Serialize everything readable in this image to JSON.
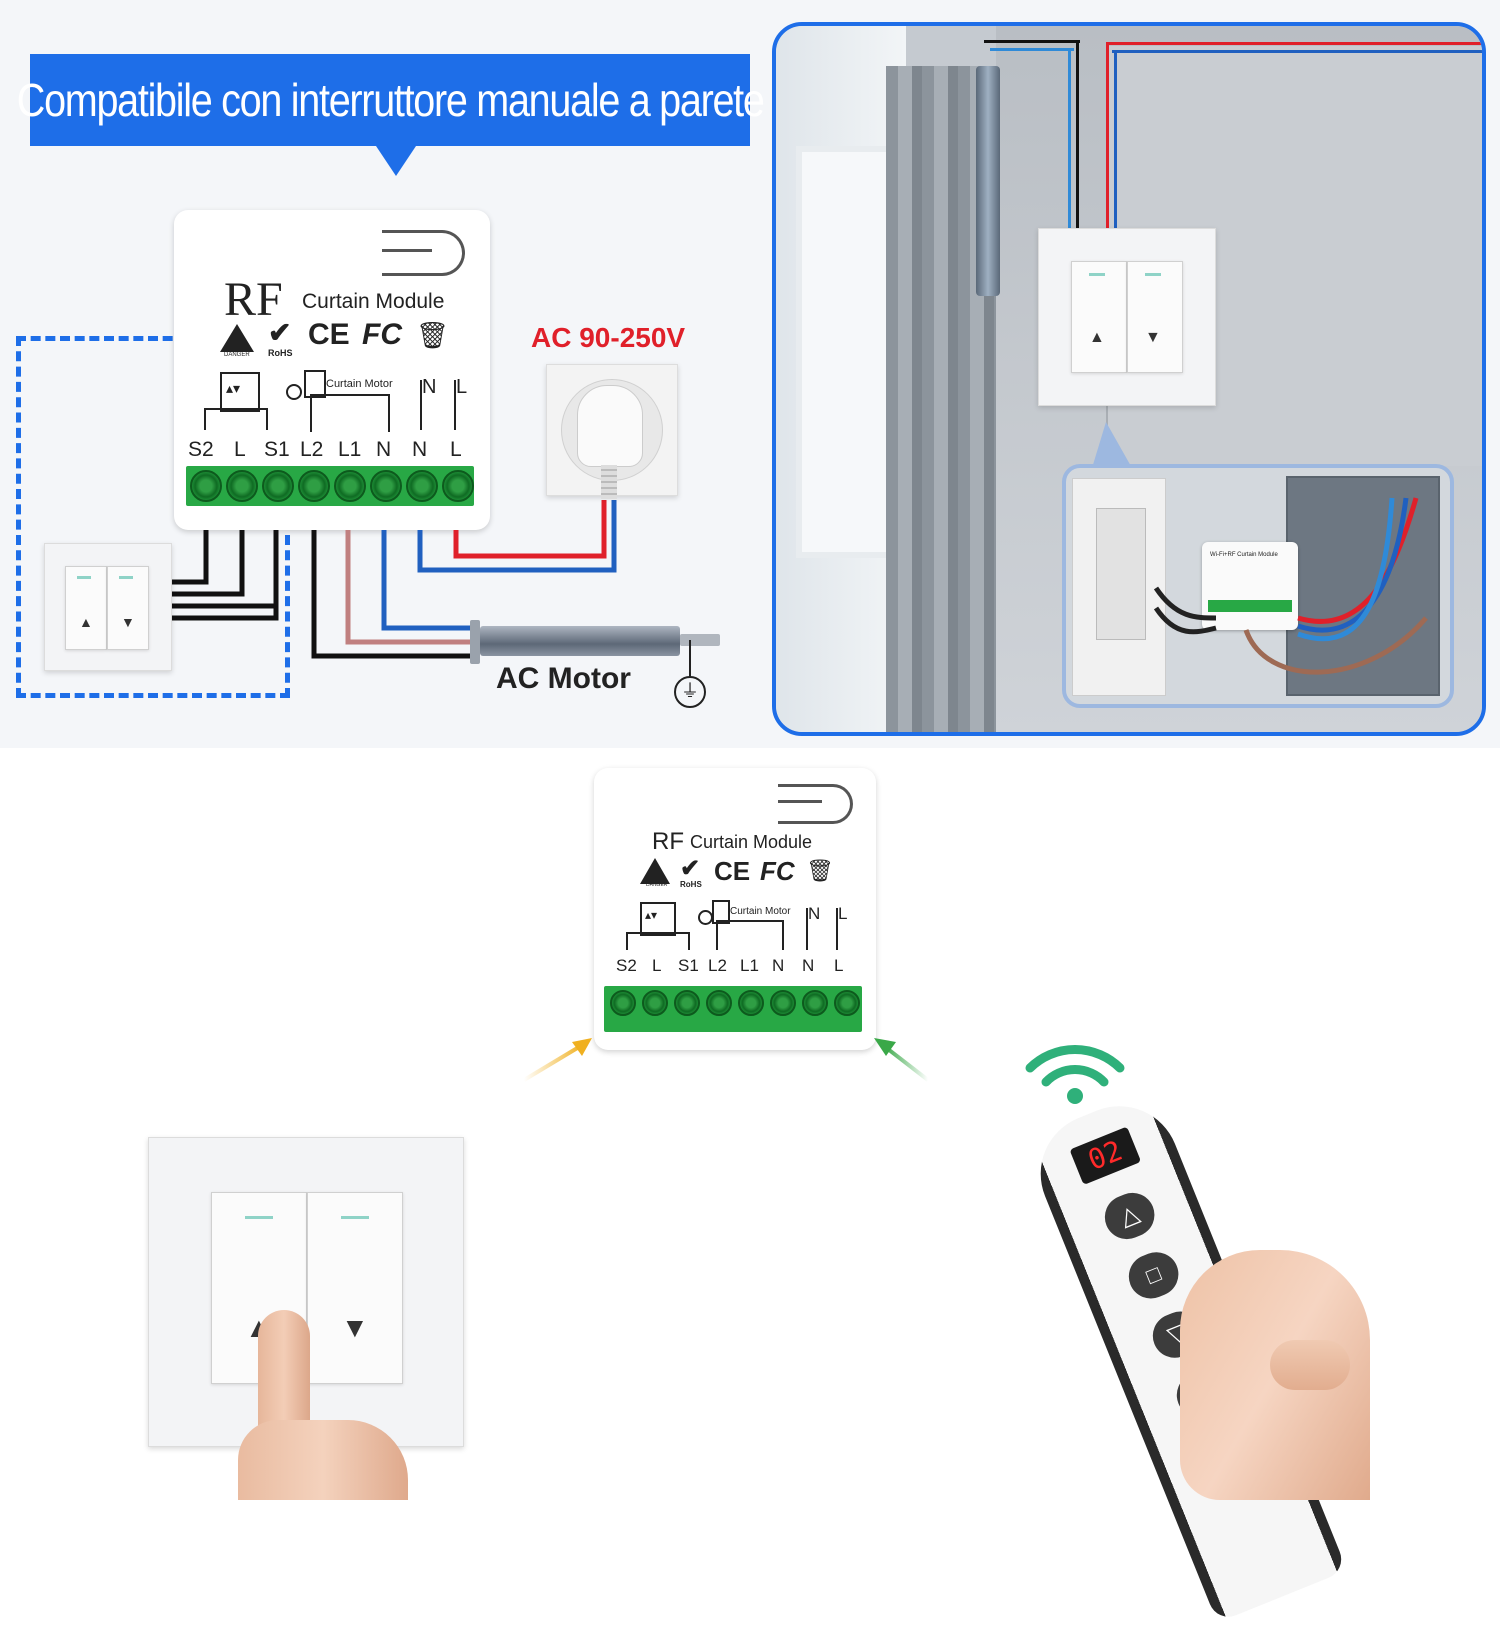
{
  "banner": {
    "text": "Compatibile con interruttore manuale a parete"
  },
  "module_large": {
    "brand": "RF",
    "title": "Curtain Module",
    "danger_label": "DANGER",
    "rohs_label": "RoHS",
    "ce_label": "CE",
    "fc_label": "FC",
    "motor_label": "Curtain Motor",
    "n_label": "N",
    "l_label": "L",
    "terminals": [
      "S2",
      "L",
      "S1",
      "L2",
      "L1",
      "N",
      "N",
      "L"
    ]
  },
  "power": {
    "voltage_label": "AC 90-250V"
  },
  "motor": {
    "label": "AC Motor"
  },
  "module_photo": {
    "title": "Wi-Fi+RF Curtain Module"
  },
  "module_small": {
    "brand": "RF",
    "title": "Curtain Module",
    "danger_label": "DANGER",
    "rohs_label": "RoHS",
    "ce_label": "CE",
    "fc_label": "FC",
    "motor_label": "Curtain Motor",
    "n_label": "N",
    "l_label": "L",
    "terminals": [
      "S2",
      "L",
      "S1",
      "L2",
      "L1",
      "N",
      "N",
      "L"
    ]
  },
  "remote": {
    "display": "02"
  },
  "colors": {
    "accent_blue": "#1e6ee8",
    "wire_red": "#e0202a",
    "wire_blue": "#2060c0",
    "wire_brown": "#c08080",
    "terminal_green": "#28a845",
    "voltage_red": "#e0202a"
  }
}
